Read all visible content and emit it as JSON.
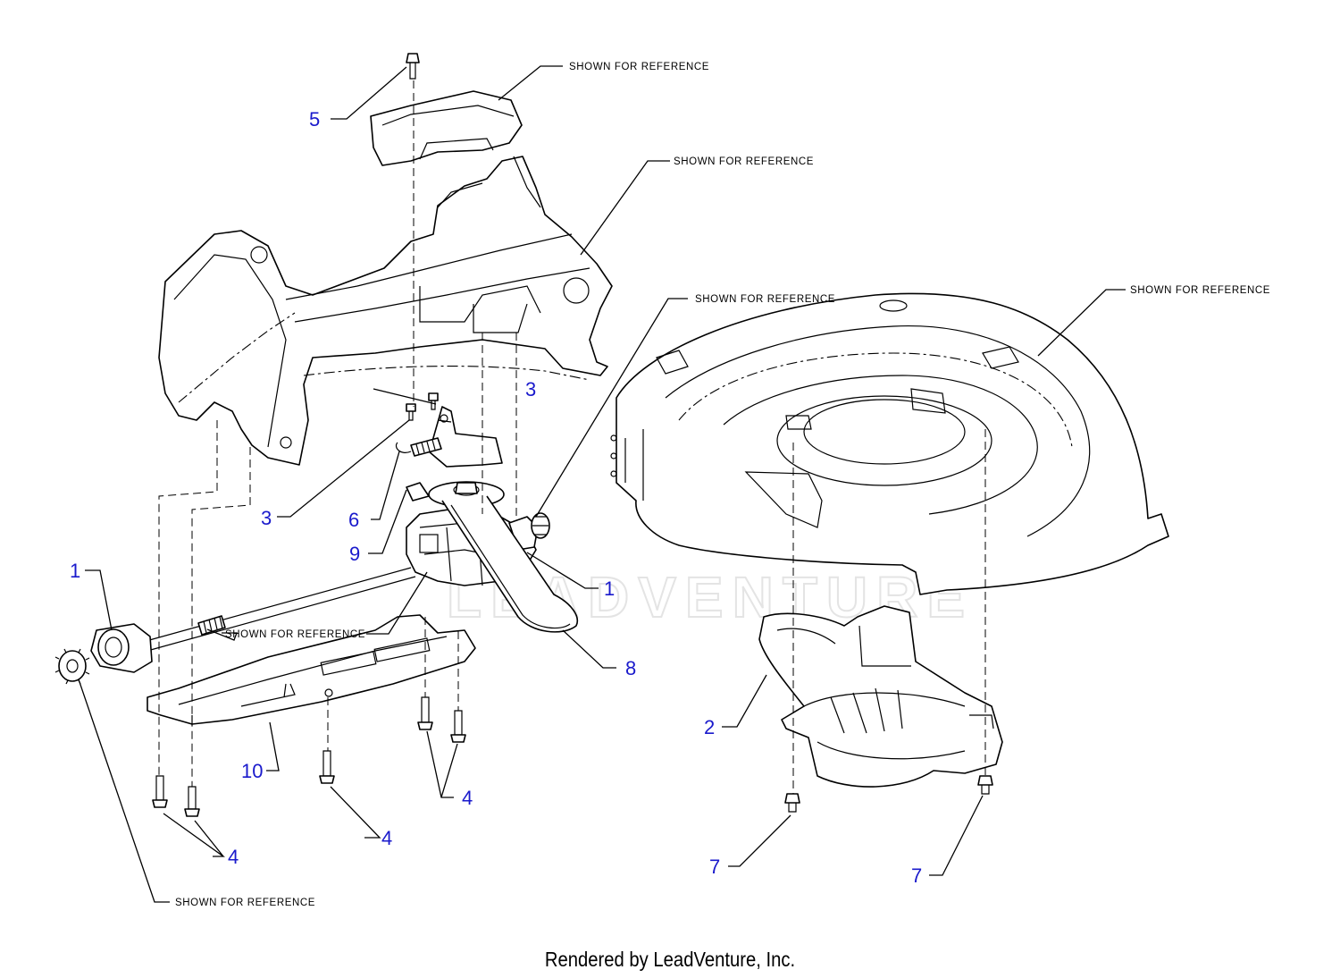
{
  "callouts": [
    {
      "id": "c5",
      "label": "5"
    },
    {
      "id": "c3a",
      "label": "3"
    },
    {
      "id": "c3b",
      "label": "3"
    },
    {
      "id": "c6",
      "label": "6"
    },
    {
      "id": "c9",
      "label": "9"
    },
    {
      "id": "c1a",
      "label": "1"
    },
    {
      "id": "c1b",
      "label": "1"
    },
    {
      "id": "c8",
      "label": "8"
    },
    {
      "id": "c10",
      "label": "10"
    },
    {
      "id": "c4a",
      "label": "4"
    },
    {
      "id": "c4b",
      "label": "4"
    },
    {
      "id": "c4c",
      "label": "4"
    },
    {
      "id": "c2",
      "label": "2"
    },
    {
      "id": "c7a",
      "label": "7"
    },
    {
      "id": "c7b",
      "label": "7"
    }
  ],
  "reference_label": "SHOWN FOR REFERENCE",
  "watermark": "LEADVENTURE",
  "footer": "Rendered by LeadVenture, Inc.",
  "colors": {
    "callout": "#1a1acc",
    "lines": "#000000"
  }
}
